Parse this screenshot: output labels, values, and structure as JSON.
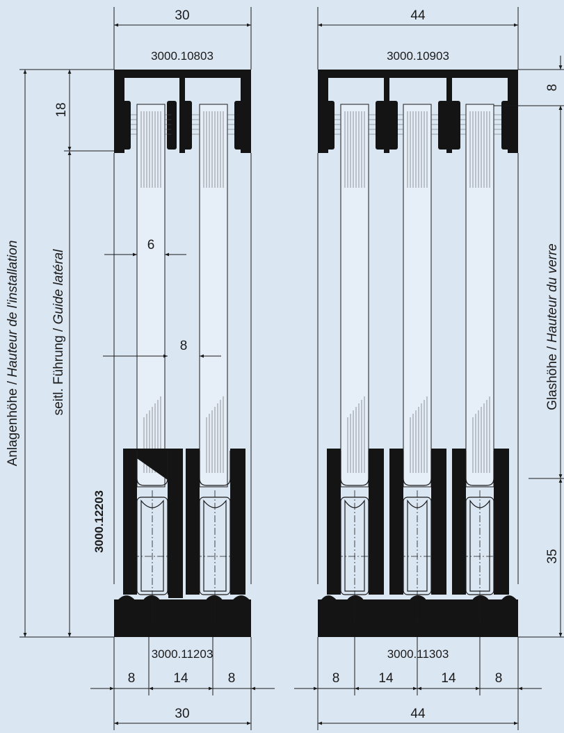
{
  "profiles": {
    "left": {
      "top_code": "3000.10803",
      "bottom_code": "3000.11203",
      "side_code": "3000.12203",
      "width_top": "30",
      "width_bottom": "30",
      "dim_18": "18",
      "dim_6": "6",
      "dim_8": "8",
      "bottom_segments": [
        "8",
        "14",
        "8"
      ]
    },
    "right": {
      "top_code": "3000.10903",
      "bottom_code": "3000.11303",
      "width_top": "44",
      "width_bottom": "44",
      "dim_8": "8",
      "dim_35": "35",
      "bottom_segments": [
        "8",
        "14",
        "14",
        "8"
      ]
    }
  },
  "labels": {
    "installation_height": "Anlagenhöhe / ",
    "installation_height_fr": "Hauteur de l'installation",
    "side_guide": "seitl. Führung / ",
    "side_guide_fr": "Guide latéral",
    "glass_height": "Glashöhe / ",
    "glass_height_fr": "Hauteur du verre"
  }
}
